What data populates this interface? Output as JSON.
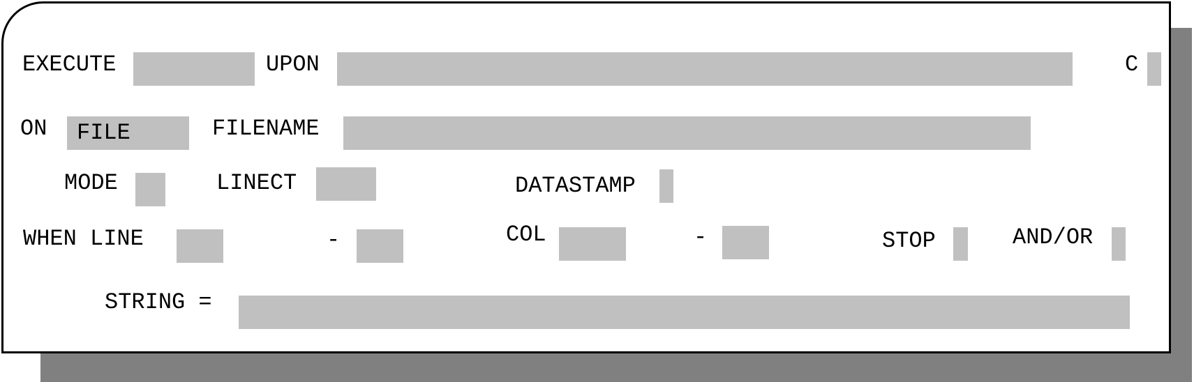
{
  "colors": {
    "field_bg": "#c0c0c0",
    "panel_bg": "#ffffff",
    "shadow": "#808080",
    "border": "#000000"
  },
  "row1": {
    "execute_label": "EXECUTE",
    "execute_value": "",
    "upon_label": "UPON",
    "upon_value": "",
    "c_label": "C",
    "c_value": ""
  },
  "row2": {
    "on_label": "ON",
    "on_value": "FILE",
    "filename_label": "FILENAME",
    "filename_value": ""
  },
  "row3": {
    "mode_label": "MODE",
    "mode_value": "",
    "linect_label": "LINECT",
    "linect_value": "",
    "datastamp_label": "DATASTAMP",
    "datastamp_value": ""
  },
  "row4": {
    "when_line_label": "WHEN LINE",
    "line_from_value": "",
    "line_dash": "-",
    "line_to_value": "",
    "col_label": "COL",
    "col_from_value": "",
    "col_dash": "-",
    "col_to_value": "",
    "stop_label": "STOP",
    "stop_value": "",
    "andor_label": "AND/OR",
    "andor_value": ""
  },
  "row5": {
    "string_label": "STRING =",
    "string_value": ""
  }
}
